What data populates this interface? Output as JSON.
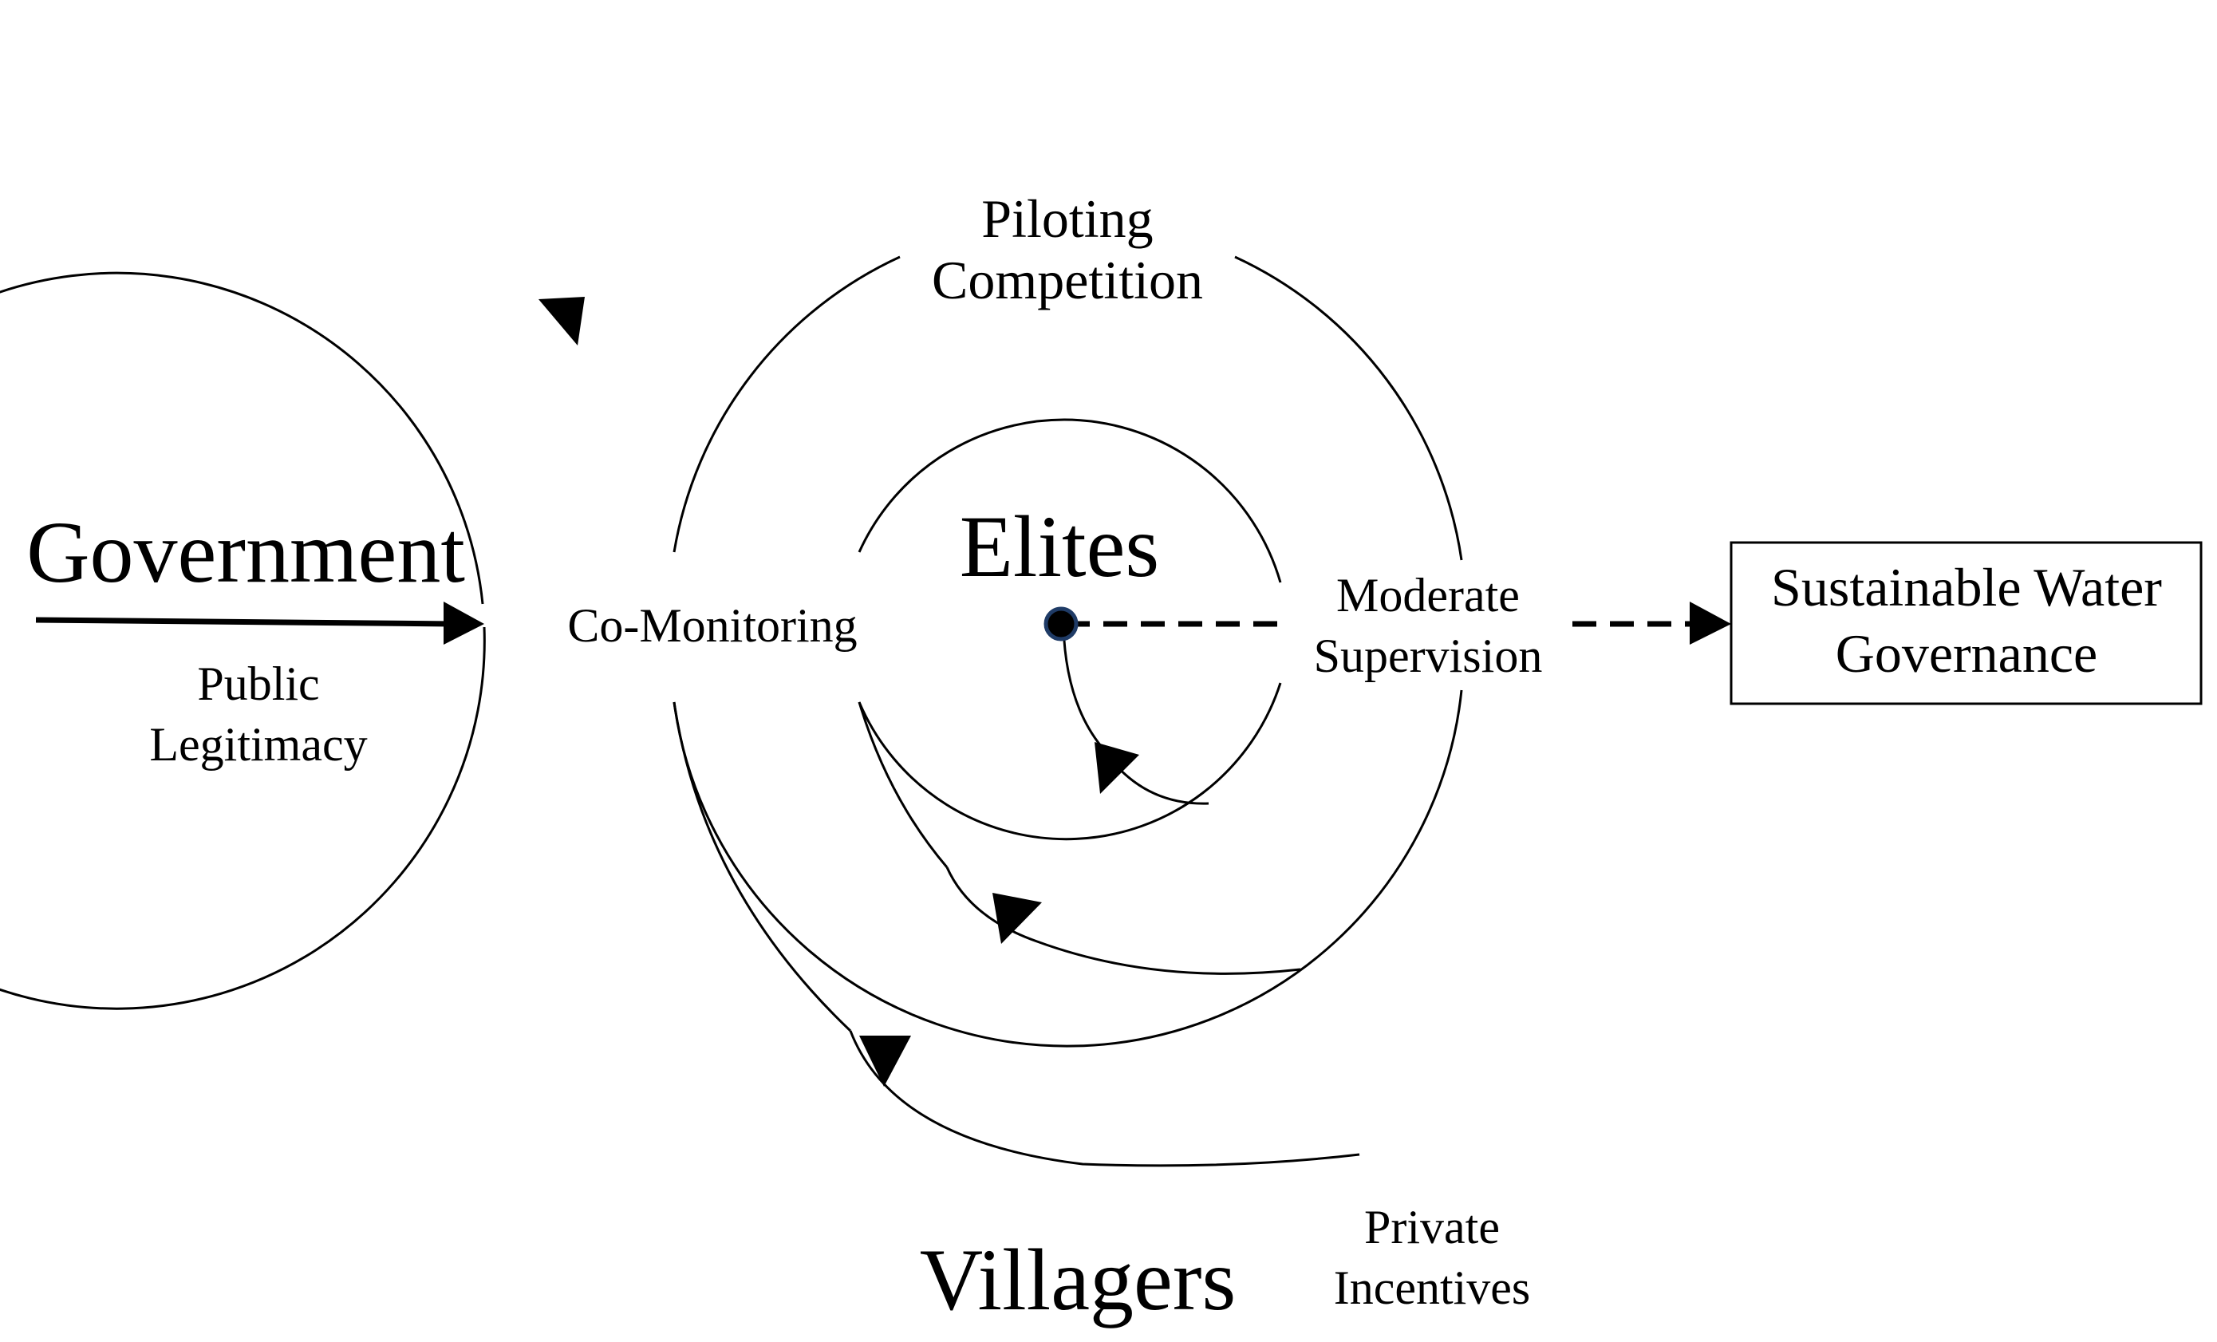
{
  "actors": {
    "government": "Government",
    "elites": "Elites",
    "villagers": "Villagers"
  },
  "mechanisms": {
    "piloting_competition": [
      "Piloting",
      "Competition"
    ],
    "co_monitoring": "Co-Monitoring",
    "moderate_supervision": [
      "Moderate",
      "Supervision"
    ]
  },
  "inputs": {
    "public_legitimacy": [
      "Public",
      "Legitimacy"
    ],
    "private_incentives": [
      "Private",
      "Incentives"
    ]
  },
  "outcome": {
    "label": [
      "Sustainable Water",
      "Governance"
    ]
  },
  "colors": {
    "stroke": "#000000",
    "background": "#ffffff",
    "node_center": "#1f3b66"
  }
}
